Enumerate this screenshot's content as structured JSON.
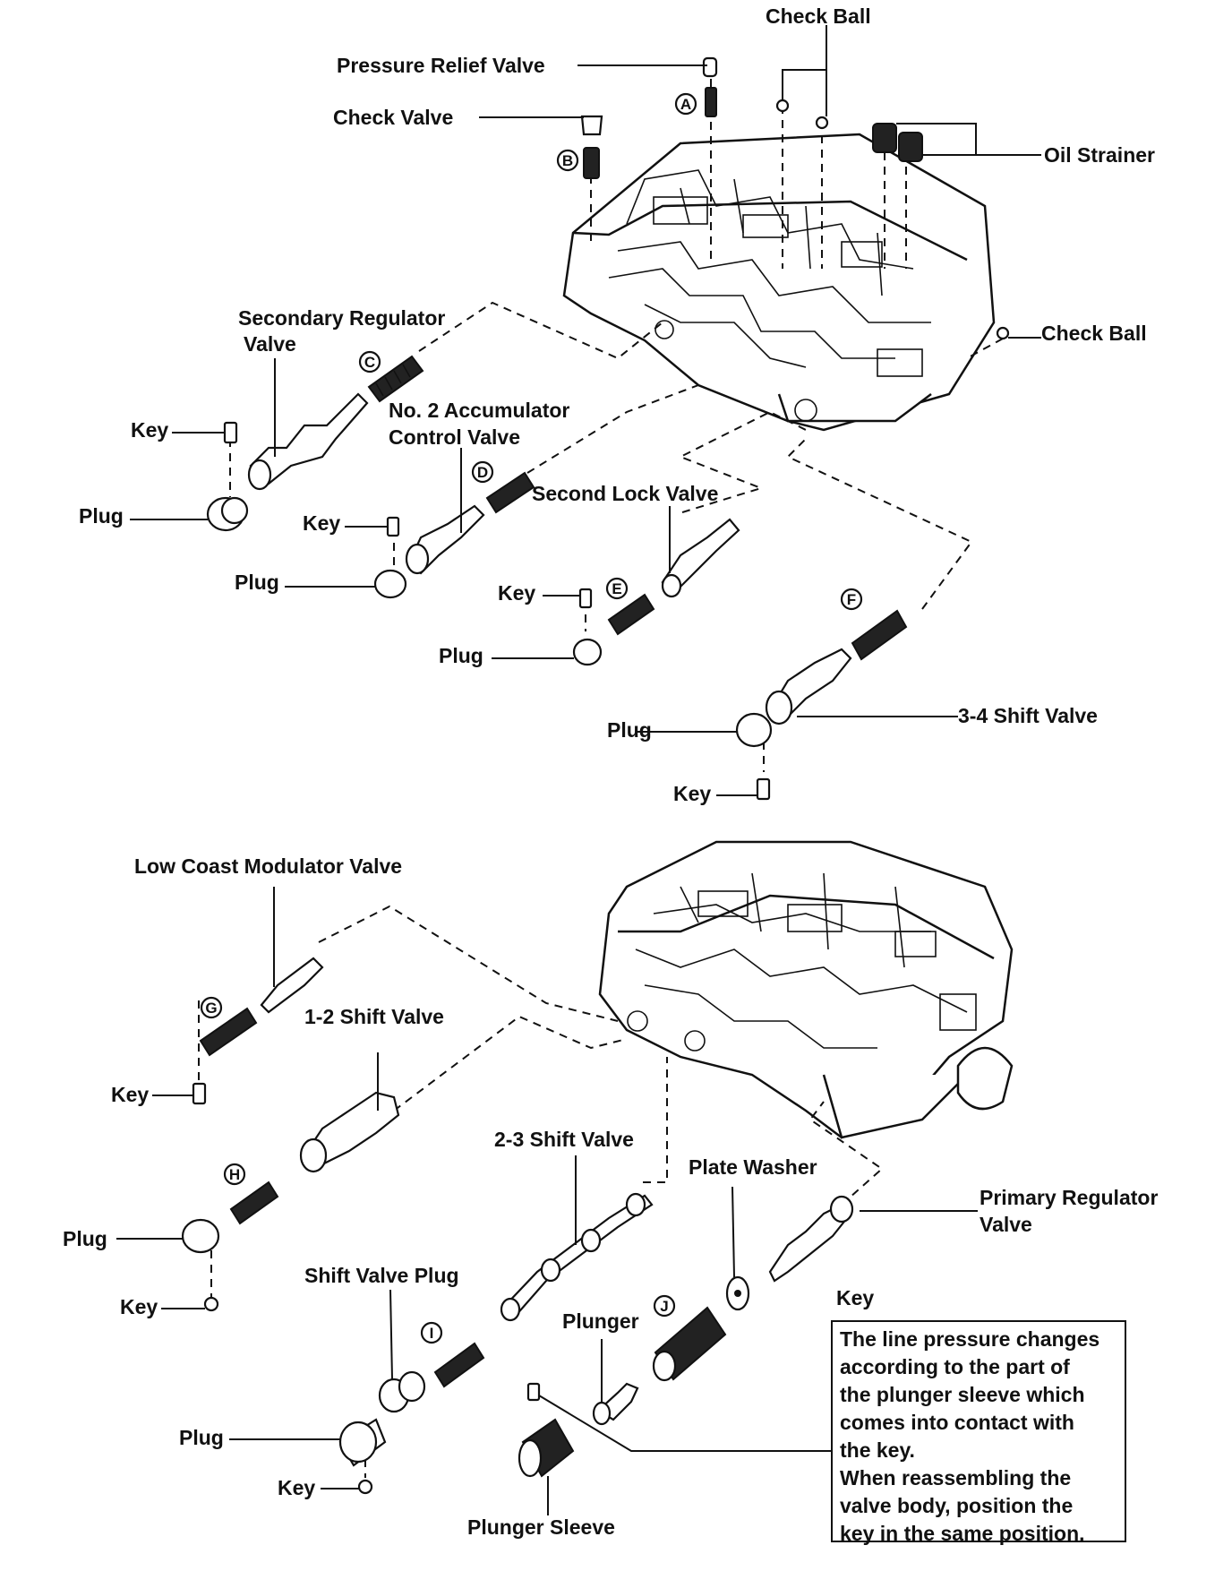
{
  "labels": {
    "check_ball_top": "Check Ball",
    "pressure_relief_valve": "Pressure Relief Valve",
    "check_valve": "Check Valve",
    "oil_strainer": "Oil Strainer",
    "check_ball_right": "Check Ball",
    "secondary_regulator_valve_line1": "Secondary Regulator",
    "secondary_regulator_valve_line2": "Valve",
    "key_1": "Key",
    "plug_1": "Plug",
    "no2_accumulator_line1": "No. 2 Accumulator",
    "no2_accumulator_line2": "Control Valve",
    "key_2": "Key",
    "plug_2": "Plug",
    "second_lock_valve": "Second Lock Valve",
    "key_3": "Key",
    "plug_3": "Plug",
    "shift_34_valve": "3-4 Shift Valve",
    "plug_4": "Plug",
    "key_4": "Key",
    "low_coast_modulator_valve": "Low Coast Modulator Valve",
    "shift_12_valve": "1-2 Shift Valve",
    "key_5": "Key",
    "plug_5": "Plug",
    "key_6": "Key",
    "shift_23_valve": "2-3 Shift Valve",
    "plate_washer": "Plate Washer",
    "primary_regulator_line1": "Primary Regulator",
    "primary_regulator_line2": "Valve",
    "shift_valve_plug": "Shift Valve Plug",
    "plunger": "Plunger",
    "plug_6": "Plug",
    "key_7": "Key",
    "plunger_sleeve": "Plunger Sleeve"
  },
  "spring_letters": [
    "A",
    "B",
    "C",
    "D",
    "E",
    "F",
    "G",
    "H",
    "I",
    "J"
  ],
  "note": {
    "title": "Key",
    "lines": [
      "The line pressure changes",
      "according to the part of",
      "the plunger sleeve which",
      "comes into contact with",
      "the key.",
      "When reassembling the",
      "valve body, position the",
      "key in the same position."
    ]
  }
}
